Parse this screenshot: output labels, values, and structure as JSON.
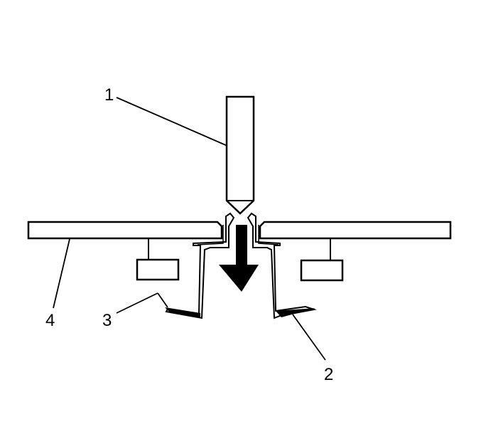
{
  "callouts": [
    {
      "id": "1",
      "label": "1"
    },
    {
      "id": "2",
      "label": "2"
    },
    {
      "id": "3",
      "label": "3"
    },
    {
      "id": "4",
      "label": "4"
    }
  ],
  "colors": {
    "line": "#000000",
    "fill": "#ffffff",
    "arrow": "#000000"
  }
}
